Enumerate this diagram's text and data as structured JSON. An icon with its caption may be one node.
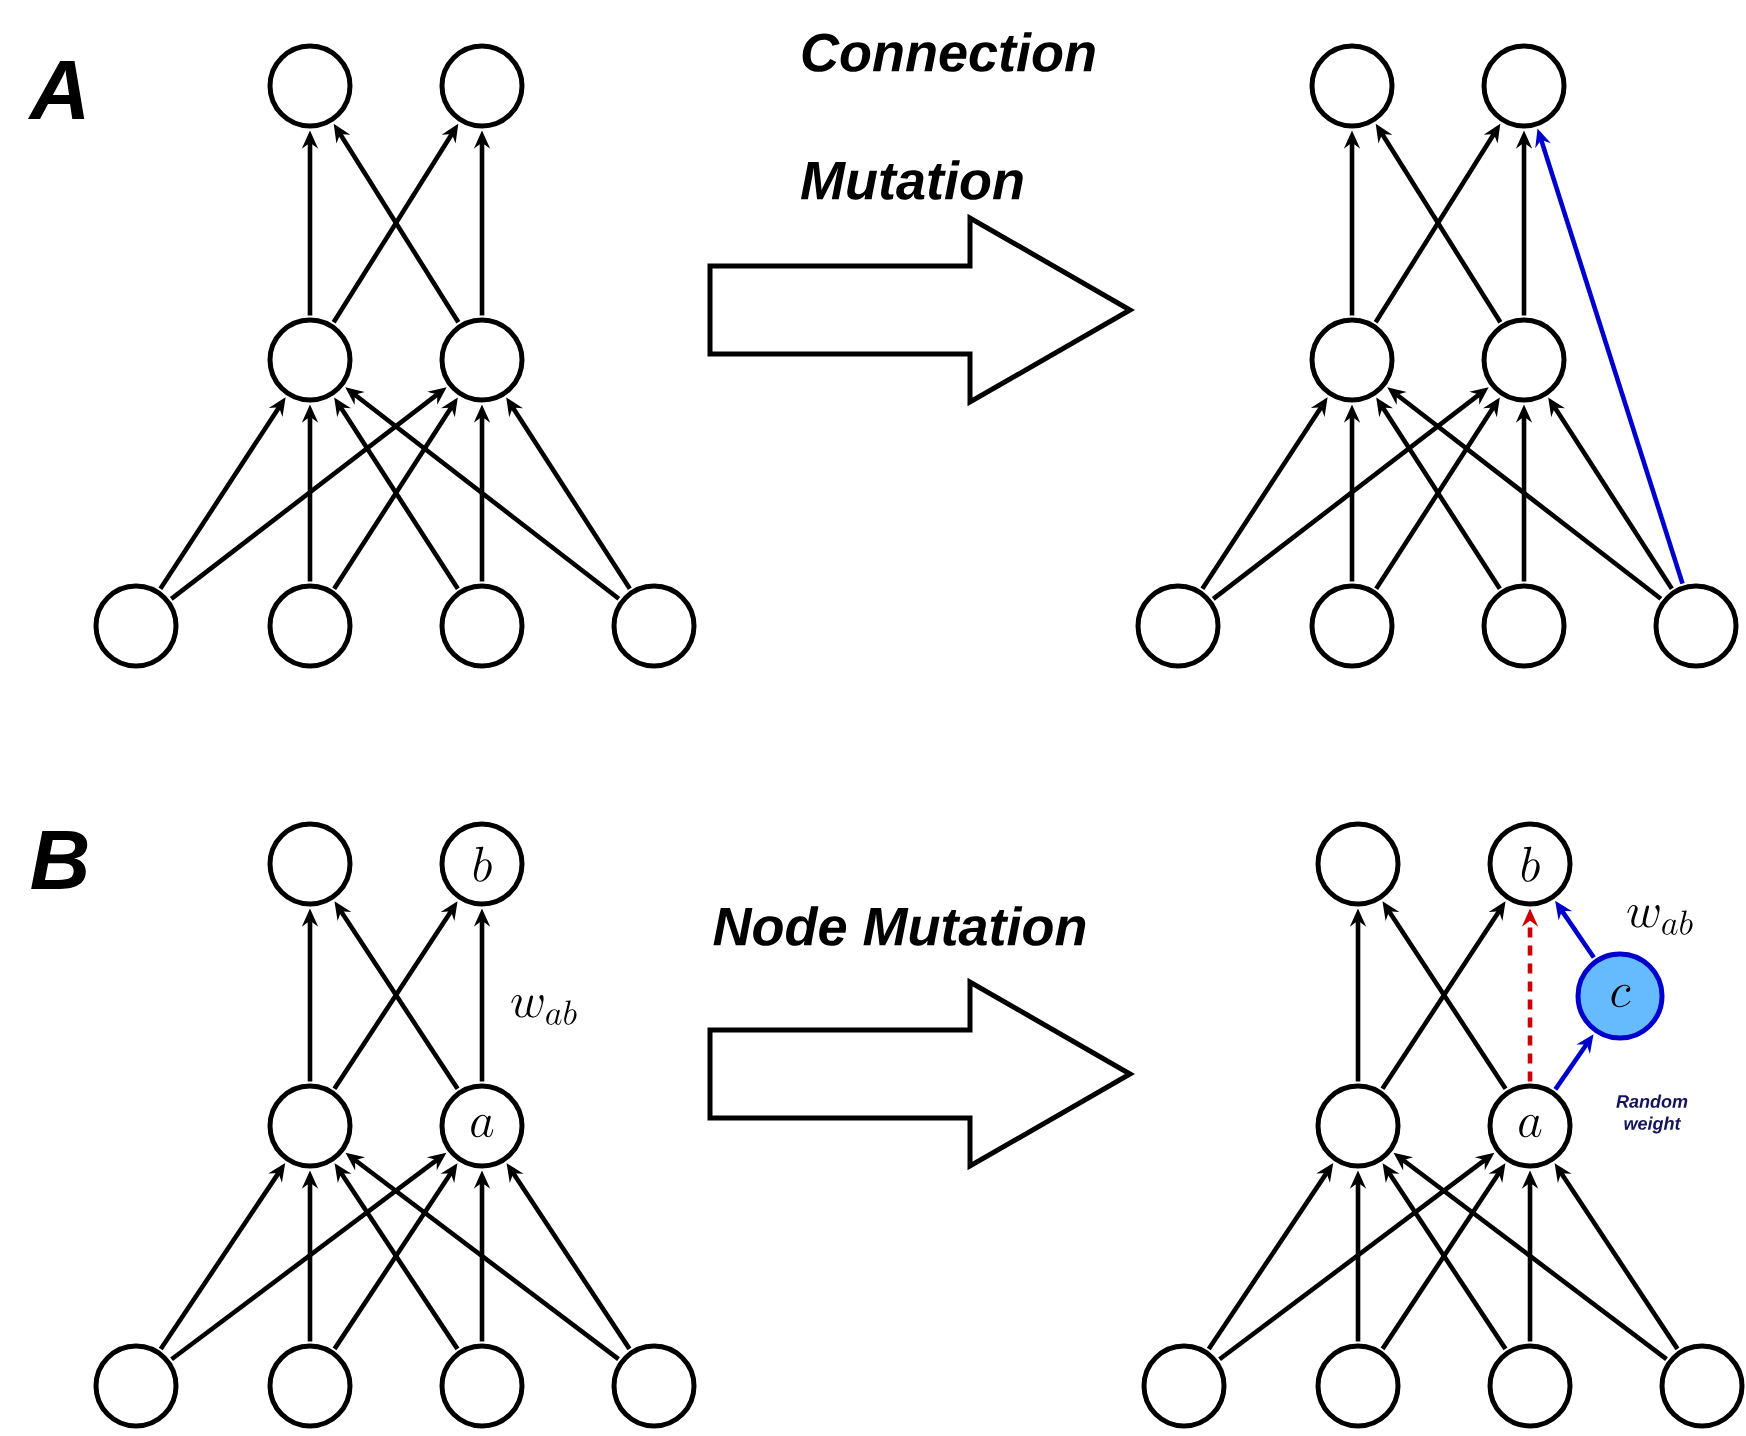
{
  "diagram": {
    "nodes": [
      {
        "text": [],
        "shape": "circle"
      },
      {
        "text": [],
        "shape": "circle"
      },
      {
        "text": [],
        "shape": "circle"
      },
      {
        "text": [],
        "shape": "circle"
      },
      {
        "text": [],
        "shape": "circle"
      },
      {
        "text": [],
        "shape": "circle"
      },
      {
        "text": [],
        "shape": "circle"
      },
      {
        "text": [],
        "shape": "circle"
      },
      {
        "text": [],
        "shape": "circle"
      },
      {
        "text": [],
        "shape": "circle"
      },
      {
        "text": [],
        "shape": "circle"
      },
      {
        "text": [],
        "shape": "circle"
      },
      {
        "text": [],
        "shape": "circle"
      },
      {
        "text": [],
        "shape": "circle"
      },
      {
        "text": [],
        "shape": "circle"
      },
      {
        "text": [],
        "shape": "circle"
      },
      {
        "text": [],
        "shape": "circle"
      },
      {
        "text": [
          "b"
        ]
      },
      {
        "text": [],
        "shape": "circle"
      },
      {
        "text": [
          "a"
        ]
      },
      {
        "text": [],
        "shape": "circle"
      },
      {
        "text": [],
        "shape": "circle"
      },
      {
        "text": [],
        "shape": "circle"
      },
      {
        "text": [],
        "shape": "circle"
      },
      {
        "text": [],
        "shape": "circle"
      },
      {
        "text": [
          "b"
        ]
      },
      {
        "text": [],
        "shape": "circle"
      },
      {
        "text": [
          "a"
        ]
      },
      {
        "text": [],
        "shape": "circle"
      },
      {
        "text": [],
        "shape": "circle"
      },
      {
        "text": [],
        "shape": "circle"
      },
      {
        "text": [],
        "shape": "circle"
      },
      {
        "text": [
          "c"
        ]
      }
    ],
    "edges": [
      {
        "from": 2,
        "to": 0,
        "arrow": "to"
      },
      {
        "from": 2,
        "to": 1,
        "arrow": "to"
      },
      {
        "from": 3,
        "to": 0,
        "arrow": "to"
      },
      {
        "from": 3,
        "to": 1,
        "arrow": "to"
      },
      {
        "from": 4,
        "to": 2,
        "arrow": "to"
      },
      {
        "from": 4,
        "to": 3,
        "arrow": "to"
      },
      {
        "from": 5,
        "to": 2,
        "arrow": "to"
      },
      {
        "from": 5,
        "to": 3,
        "arrow": "to"
      },
      {
        "from": 6,
        "to": 2,
        "arrow": "to"
      },
      {
        "from": 6,
        "to": 3,
        "arrow": "to"
      },
      {
        "from": 7,
        "to": 2,
        "arrow": "to"
      },
      {
        "from": 7,
        "to": 3,
        "arrow": "to"
      },
      {
        "from": 10,
        "to": 8,
        "arrow": "to"
      },
      {
        "from": 10,
        "to": 9,
        "arrow": "to"
      },
      {
        "from": 11,
        "to": 8,
        "arrow": "to"
      },
      {
        "from": 11,
        "to": 9,
        "arrow": "to"
      },
      {
        "from": 12,
        "to": 10,
        "arrow": "to"
      },
      {
        "from": 12,
        "to": 11,
        "arrow": "to"
      },
      {
        "from": 13,
        "to": 10,
        "arrow": "to"
      },
      {
        "from": 13,
        "to": 11,
        "arrow": "to"
      },
      {
        "from": 14,
        "to": 10,
        "arrow": "to"
      },
      {
        "from": 14,
        "to": 11,
        "arrow": "to"
      },
      {
        "from": 15,
        "to": 10,
        "arrow": "to"
      },
      {
        "from": 15,
        "to": 11,
        "arrow": "to"
      },
      {
        "from": 15,
        "to": 9,
        "arrow": "to",
        "color": "#0000cc"
      },
      {
        "from": 18,
        "to": 16,
        "arrow": "to"
      },
      {
        "from": 18,
        "to": 17,
        "arrow": "to"
      },
      {
        "from": 19,
        "to": 16,
        "arrow": "to"
      },
      {
        "from": 19,
        "to": 17,
        "arrow": "to",
        "label": "w_{ab}"
      },
      {
        "from": 20,
        "to": 18,
        "arrow": "to"
      },
      {
        "from": 20,
        "to": 19,
        "arrow": "to"
      },
      {
        "from": 21,
        "to": 18,
        "arrow": "to"
      },
      {
        "from": 21,
        "to": 19,
        "arrow": "to"
      },
      {
        "from": 22,
        "to": 18,
        "arrow": "to"
      },
      {
        "from": 22,
        "to": 19,
        "arrow": "to"
      },
      {
        "from": 23,
        "to": 18,
        "arrow": "to"
      },
      {
        "from": 23,
        "to": 19,
        "arrow": "to"
      },
      {
        "from": 26,
        "to": 24,
        "arrow": "to"
      },
      {
        "from": 26,
        "to": 25,
        "arrow": "to"
      },
      {
        "from": 27,
        "to": 24,
        "arrow": "to"
      },
      {
        "from": 27,
        "to": 25,
        "arrow": "to",
        "style": "dashed",
        "color": "#cc0000"
      },
      {
        "from": 28,
        "to": 26,
        "arrow": "to"
      },
      {
        "from": 28,
        "to": 27,
        "arrow": "to"
      },
      {
        "from": 29,
        "to": 26,
        "arrow": "to"
      },
      {
        "from": 29,
        "to": 27,
        "arrow": "to"
      },
      {
        "from": 30,
        "to": 26,
        "arrow": "to"
      },
      {
        "from": 30,
        "to": 27,
        "arrow": "to"
      },
      {
        "from": 31,
        "to": 26,
        "arrow": "to"
      },
      {
        "from": 31,
        "to": 27,
        "arrow": "to"
      },
      {
        "from": 27,
        "to": 32,
        "arrow": "to",
        "color": "#0000cc",
        "label": "Random weight"
      },
      {
        "from": 32,
        "to": 25,
        "arrow": "to",
        "color": "#0000cc",
        "label": "w_{ab}"
      }
    ],
    "labels": [
      "A",
      "Connection Mutation",
      "B",
      "Node Mutation"
    ]
  }
}
